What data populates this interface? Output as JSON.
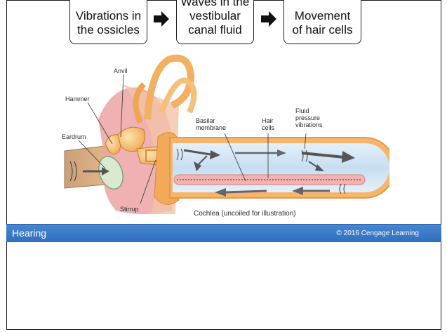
{
  "flow": {
    "box1": "Vibrations in\nthe ossicles",
    "box2": "Waves in the\nvestibular\ncanal fluid",
    "box3": "Movement\nof hair cells"
  },
  "labels": {
    "anvil": "Anvil",
    "hammer": "Hammer",
    "eardrum": "Eardrum",
    "stirrup": "Stirrup",
    "basilar": "Basilar\nmembrane",
    "hair": "Hair\ncells",
    "fluid": "Fluid\npressure\nvibrations",
    "cochlea": "Cochlea (uncoiled for illustration)"
  },
  "footer": {
    "title": "Hearing",
    "copyright": "© 2016 Cengage Learning"
  },
  "colors": {
    "bar": "#2f6fc0",
    "bone": "#f5b766",
    "tissue": "#e9a0a0",
    "fluid": "#cfe3f2",
    "membrane": "#e88a8a"
  }
}
